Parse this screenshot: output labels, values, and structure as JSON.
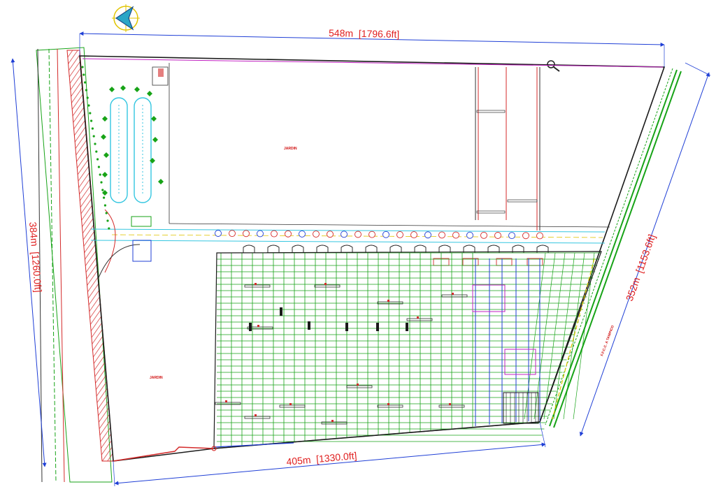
{
  "dimensions": {
    "top": "548m  [1796.6ft]",
    "left": "384m  [1260.0ft]",
    "right": "352m  [1153.6ft]",
    "bottom": "405m  [1330.0ft]"
  },
  "labels": {
    "garden_north": "JARDIN",
    "garden_west": "JARDIN",
    "railway": "F.F.C.C. A TAMPICO"
  },
  "colors": {
    "boundary": "#1a1a1a",
    "dimension_line": "#1f3fd6",
    "dimension_text": "#e02020",
    "grid": "#17a317",
    "parking": "#34c6e0",
    "road": "#d42a2a",
    "hatch": "#d42a2a",
    "trees": "#17a317"
  },
  "icons": {
    "north": "north-arrow-icon",
    "zoom": "magnifier-icon"
  }
}
